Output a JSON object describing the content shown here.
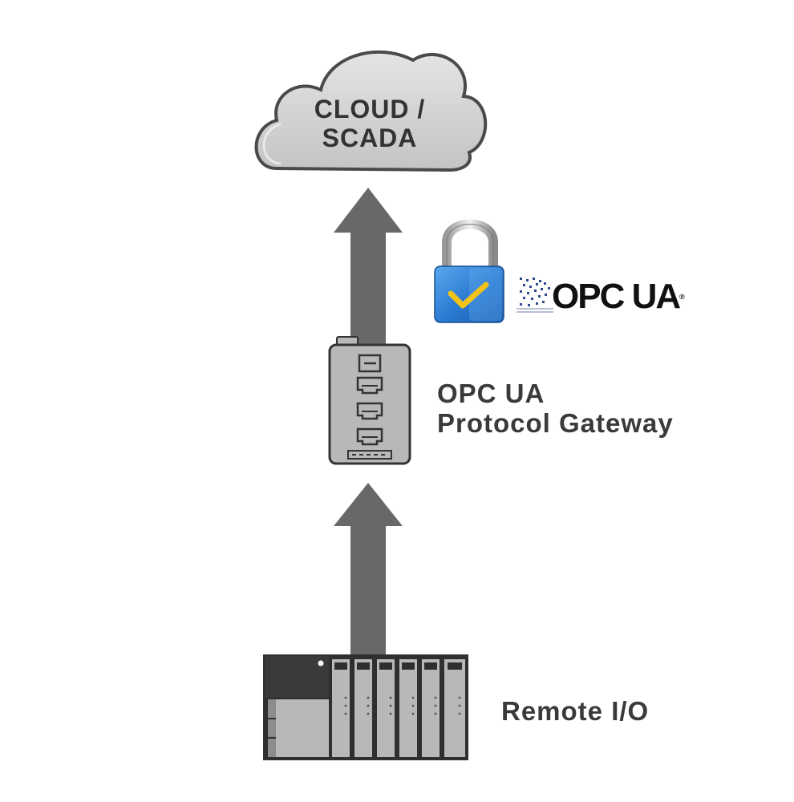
{
  "cloud": {
    "line1": "CLOUD /",
    "line2": "SCADA"
  },
  "opc_logo": {
    "text": "OPC UA",
    "registered": "®"
  },
  "gateway": {
    "line1": "OPC UA",
    "line2": "Protocol Gateway"
  },
  "remote_io": {
    "label": "Remote I/O"
  },
  "colors": {
    "arrow": "#686868",
    "cloud_fill": "#d2d2d2",
    "cloud_outline": "#555555",
    "device_fill": "#b8b8b8",
    "device_dark": "#333333",
    "lock_blue": "#2f7fd6",
    "check": "#f2c318",
    "text": "#3a3a3a"
  },
  "icons": [
    "cloud-icon",
    "arrow-up-icon",
    "padlock-icon",
    "opc-ua-logo",
    "gateway-device-icon",
    "remote-io-device-icon"
  ]
}
